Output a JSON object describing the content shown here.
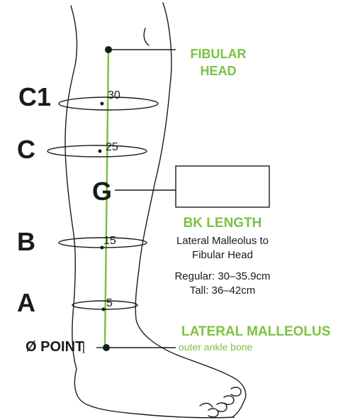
{
  "colors": {
    "accent_green": "#7cc242",
    "ink": "#1a1a1a"
  },
  "levels": {
    "c1": {
      "letter": "C1",
      "value": "30"
    },
    "c": {
      "letter": "C",
      "value": "25"
    },
    "g": {
      "letter": "G"
    },
    "b": {
      "letter": "B",
      "value": "15"
    },
    "a": {
      "letter": "A",
      "value": "5"
    },
    "zero": {
      "label": "Ø POINT"
    }
  },
  "fibular_head": {
    "line1": "FIBULAR",
    "line2": "HEAD"
  },
  "bk_length": {
    "title": "BK LENGTH",
    "desc_line1": "Lateral Malleolus to",
    "desc_line2": "Fibular Head",
    "regular": "Regular: 30–35.9cm",
    "tall": "Tall: 36–42cm"
  },
  "lateral_malleolus": {
    "title": "LATERAL MALLEOLUS",
    "subtitle": "outer ankle bone"
  }
}
